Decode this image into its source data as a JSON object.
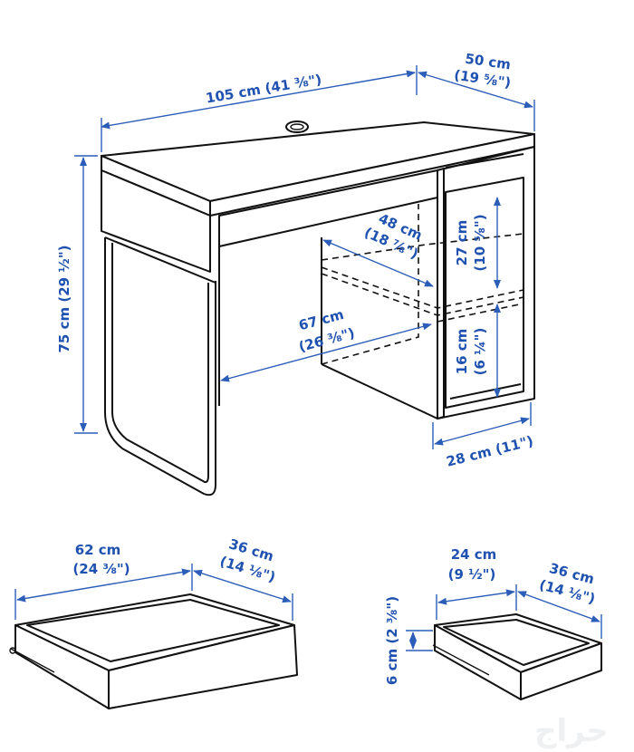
{
  "desk": {
    "width": {
      "cm": "105 cm (41 ⅜\")"
    },
    "depth": {
      "cm": "50 cm",
      "in": "(19 ⅝\")"
    },
    "height": {
      "cm": "75 cm (29 ½\")"
    },
    "inner_depth": {
      "cm": "48 cm",
      "in": "(18 ⅞\")"
    },
    "knee_width": {
      "cm": "67 cm",
      "in": "(26 ⅜\")"
    },
    "shelf_upper": {
      "cm": "27 cm",
      "in": "(10 ⅝\")"
    },
    "shelf_lower": {
      "cm": "16 cm",
      "in": "(6 ¼\")"
    },
    "cabinet_width": {
      "cm": "28 cm (11\")"
    }
  },
  "large_drawer": {
    "width": {
      "cm": "62 cm",
      "in": "(24 ⅜\")"
    },
    "depth": {
      "cm": "36 cm",
      "in": "(14 ⅛\")"
    }
  },
  "small_drawer": {
    "width": {
      "cm": "24 cm",
      "in": "(9 ½\")"
    },
    "depth": {
      "cm": "36 cm",
      "in": "(14 ⅛\")"
    },
    "height": {
      "cm": "6 cm (2 ⅜\")"
    }
  },
  "watermark": "حراج",
  "colors": {
    "dimension": "#1f52b0",
    "line": "#111111"
  }
}
